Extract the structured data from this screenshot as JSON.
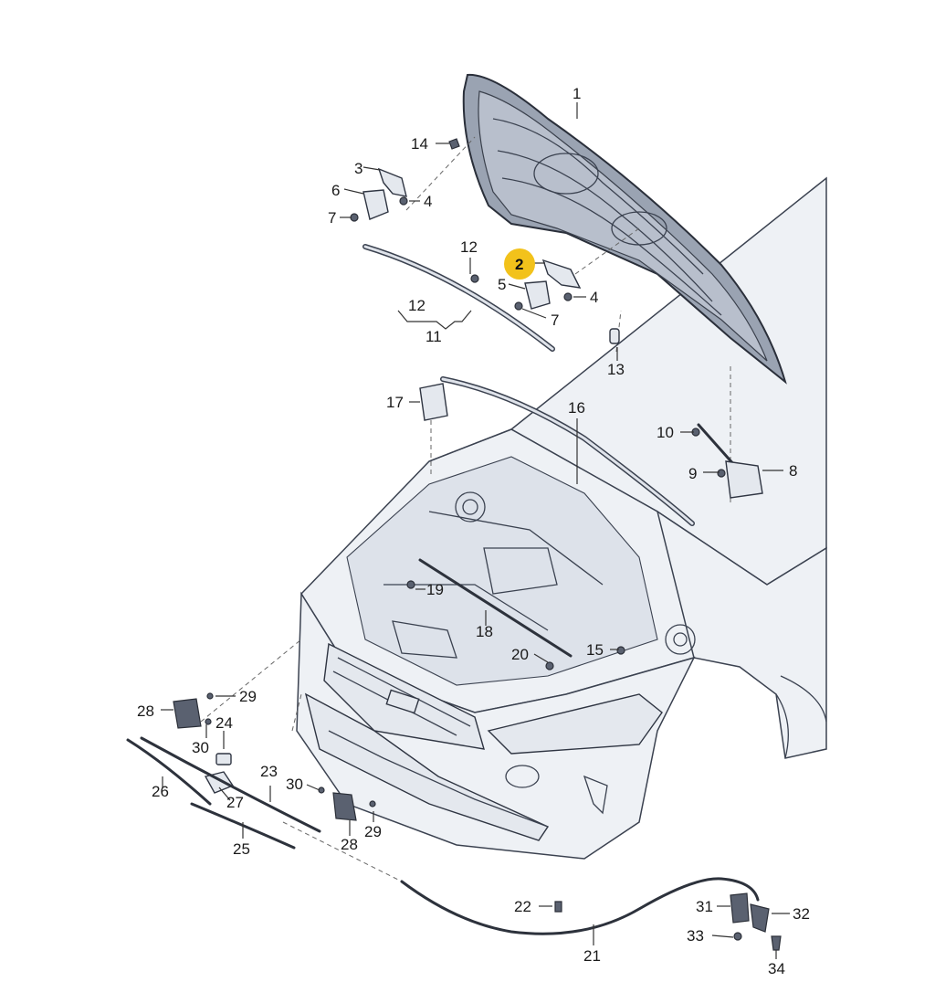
{
  "diagram": {
    "highlight_color": "#f2c21b",
    "callouts": [
      {
        "id": "c1",
        "text": "1"
      },
      {
        "id": "c2",
        "text": "2",
        "highlighted": true
      },
      {
        "id": "c3",
        "text": "3"
      },
      {
        "id": "c4a",
        "text": "4"
      },
      {
        "id": "c4b",
        "text": "4"
      },
      {
        "id": "c5",
        "text": "5"
      },
      {
        "id": "c6",
        "text": "6"
      },
      {
        "id": "c7a",
        "text": "7"
      },
      {
        "id": "c7b",
        "text": "7"
      },
      {
        "id": "c8",
        "text": "8"
      },
      {
        "id": "c9",
        "text": "9"
      },
      {
        "id": "c10",
        "text": "10"
      },
      {
        "id": "c11",
        "text": "11"
      },
      {
        "id": "c12a",
        "text": "12"
      },
      {
        "id": "c12b",
        "text": "12"
      },
      {
        "id": "c13",
        "text": "13"
      },
      {
        "id": "c14",
        "text": "14"
      },
      {
        "id": "c15",
        "text": "15"
      },
      {
        "id": "c16",
        "text": "16"
      },
      {
        "id": "c17",
        "text": "17"
      },
      {
        "id": "c18",
        "text": "18"
      },
      {
        "id": "c19",
        "text": "19"
      },
      {
        "id": "c20",
        "text": "20"
      },
      {
        "id": "c21",
        "text": "21"
      },
      {
        "id": "c22",
        "text": "22"
      },
      {
        "id": "c23",
        "text": "23"
      },
      {
        "id": "c24",
        "text": "24"
      },
      {
        "id": "c25",
        "text": "25"
      },
      {
        "id": "c26",
        "text": "26"
      },
      {
        "id": "c27",
        "text": "27"
      },
      {
        "id": "c28a",
        "text": "28"
      },
      {
        "id": "c28b",
        "text": "28"
      },
      {
        "id": "c29a",
        "text": "29"
      },
      {
        "id": "c29b",
        "text": "29"
      },
      {
        "id": "c30a",
        "text": "30"
      },
      {
        "id": "c30b",
        "text": "30"
      },
      {
        "id": "c31",
        "text": "31"
      },
      {
        "id": "c32",
        "text": "32"
      },
      {
        "id": "c33",
        "text": "33"
      },
      {
        "id": "c34",
        "text": "34"
      }
    ]
  }
}
